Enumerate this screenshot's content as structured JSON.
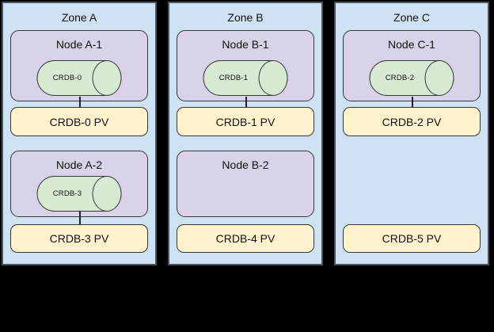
{
  "diagram": {
    "background": "#000000",
    "colors": {
      "zone_fill": "#cfe2f3",
      "zone_border": "#4b5560",
      "node_fill": "#d9d2e9",
      "pod_fill": "#d9ead3",
      "pv_fill": "#fff2cc",
      "shape_border": "#35373b"
    },
    "zones": [
      {
        "label": "Zone A",
        "node1": {
          "label": "Node A-1",
          "pod": "CRDB-0"
        },
        "pv1": "CRDB-0 PV",
        "node2": {
          "label": "Node A-2",
          "pod": "CRDB-3"
        },
        "pv2": "CRDB-3 PV"
      },
      {
        "label": "Zone B",
        "node1": {
          "label": "Node B-1",
          "pod": "CRDB-1"
        },
        "pv1": "CRDB-1 PV",
        "node2": {
          "label": "Node B-2"
        },
        "pv2": "CRDB-4 PV"
      },
      {
        "label": "Zone C",
        "node1": {
          "label": "Node C-1",
          "pod": "CRDB-2"
        },
        "pv1": "CRDB-2 PV",
        "pv2": "CRDB-5 PV"
      }
    ]
  }
}
